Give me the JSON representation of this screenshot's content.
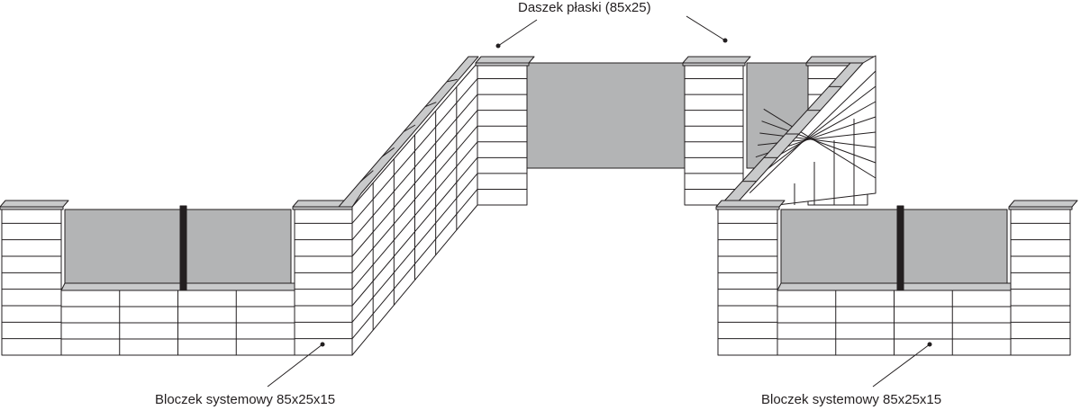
{
  "labels": {
    "cap": "Daszek płaski  (85x25)",
    "block_left": "Bloczek systemowy 85x25x15",
    "block_right": "Bloczek systemowy 85x25x15"
  },
  "colors": {
    "outline": "#231f20",
    "panel_fill": "#b3b4b5",
    "cap_fill": "#c9cacb",
    "block_fill": "#ffffff",
    "post_fill": "#231f20"
  }
}
